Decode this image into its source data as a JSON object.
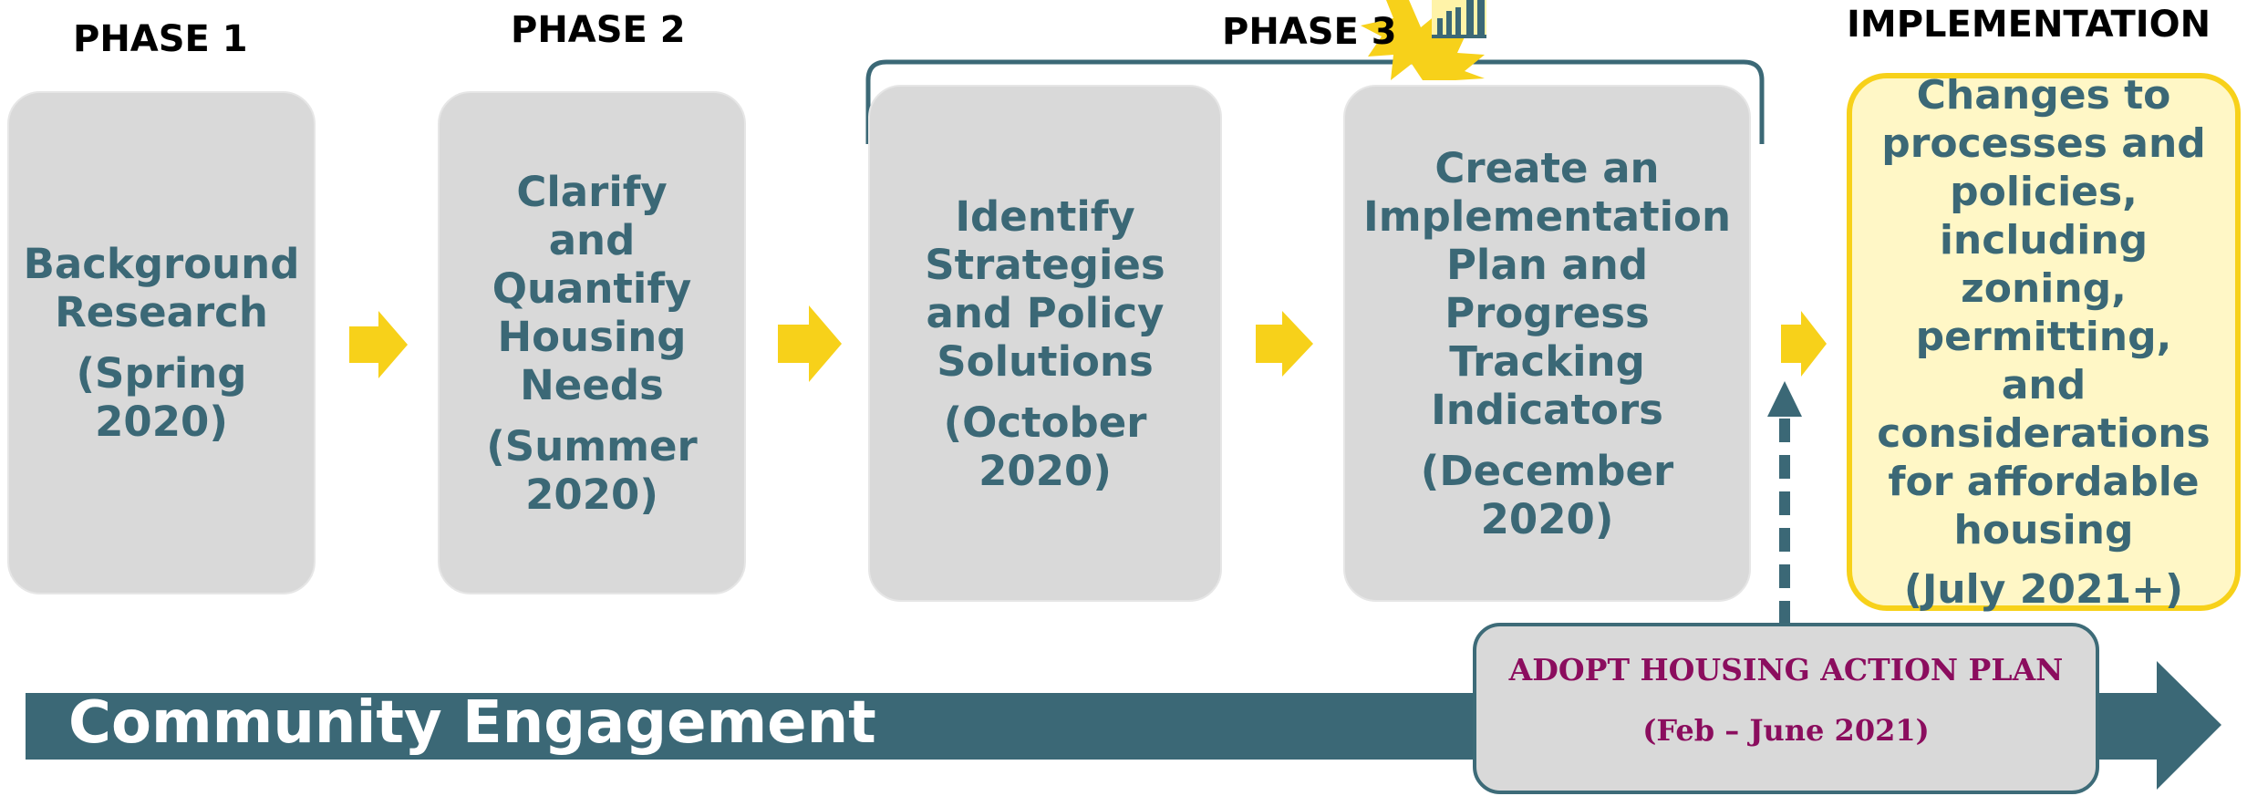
{
  "phases": {
    "phase1": "PHASE 1",
    "phase2": "PHASE 2",
    "phase3": "PHASE 3",
    "implementation": "IMPLEMENTATION"
  },
  "steps": [
    {
      "title": "Background Research",
      "date": "(Spring 2020)"
    },
    {
      "title": "Clarify and Quantify Housing Needs",
      "date": "(Summer 2020)"
    },
    {
      "title": "Identify Strategies and Policy Solutions",
      "date": "(October 2020)"
    },
    {
      "title": "Create an Implementation Plan and Progress Tracking Indicators",
      "date": "(December 2020)"
    }
  ],
  "implementation": {
    "title": "Changes to processes and policies, including zoning, permitting, and considerations for affordable housing",
    "date": "(July 2021+)"
  },
  "engagement": {
    "label": "Community Engagement"
  },
  "adopt": {
    "title": "ADOPT HOUSING ACTION PLAN",
    "date": "(Feb – June 2021)"
  },
  "colors": {
    "teal": "#3b6876",
    "gold": "#f7d11a",
    "gray_box": "#d9d9d9",
    "maroon": "#8b0d5e"
  },
  "icons": {
    "badge": "building-chart-icon"
  }
}
